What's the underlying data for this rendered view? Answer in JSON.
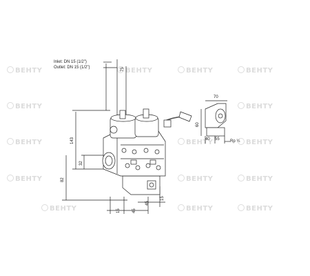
{
  "header": {
    "inlet": "Inlet: DN 15 (1/2\")",
    "outlet": "Outlet: DN 15 (1/2\")"
  },
  "watermark": "BEHTY",
  "dimensions": {
    "top_width": "75",
    "height_total": "143",
    "height_mid": "32",
    "height_low": "82",
    "bottom_left": "15",
    "bottom_a": "45",
    "bottom_b": "45",
    "bottom_c": "15",
    "side_width": "70",
    "side_height": "60",
    "side_depth": "40",
    "side_offset": "55",
    "thread": "Rp ¼"
  },
  "colors": {
    "line": "#222222",
    "watermark": "#dcdcdc",
    "cable": "#555555"
  }
}
